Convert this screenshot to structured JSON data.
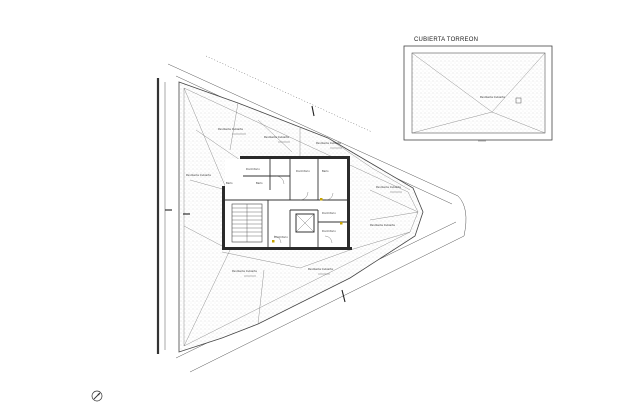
{
  "drawing": {
    "title": "CUBIERTA TORREON",
    "roof_label": "Pendiente Cubierta",
    "room_labels": [
      "Dormitorio",
      "Baño",
      "Dormitorio",
      "Baño",
      "Baño",
      "Dormitorio",
      "Dormitorio",
      "Dormitorio"
    ],
    "colors": {
      "line": "#444444",
      "wall": "#2b2b2b",
      "stipple": "#9a9a9a",
      "accent": "#c8a400"
    }
  }
}
